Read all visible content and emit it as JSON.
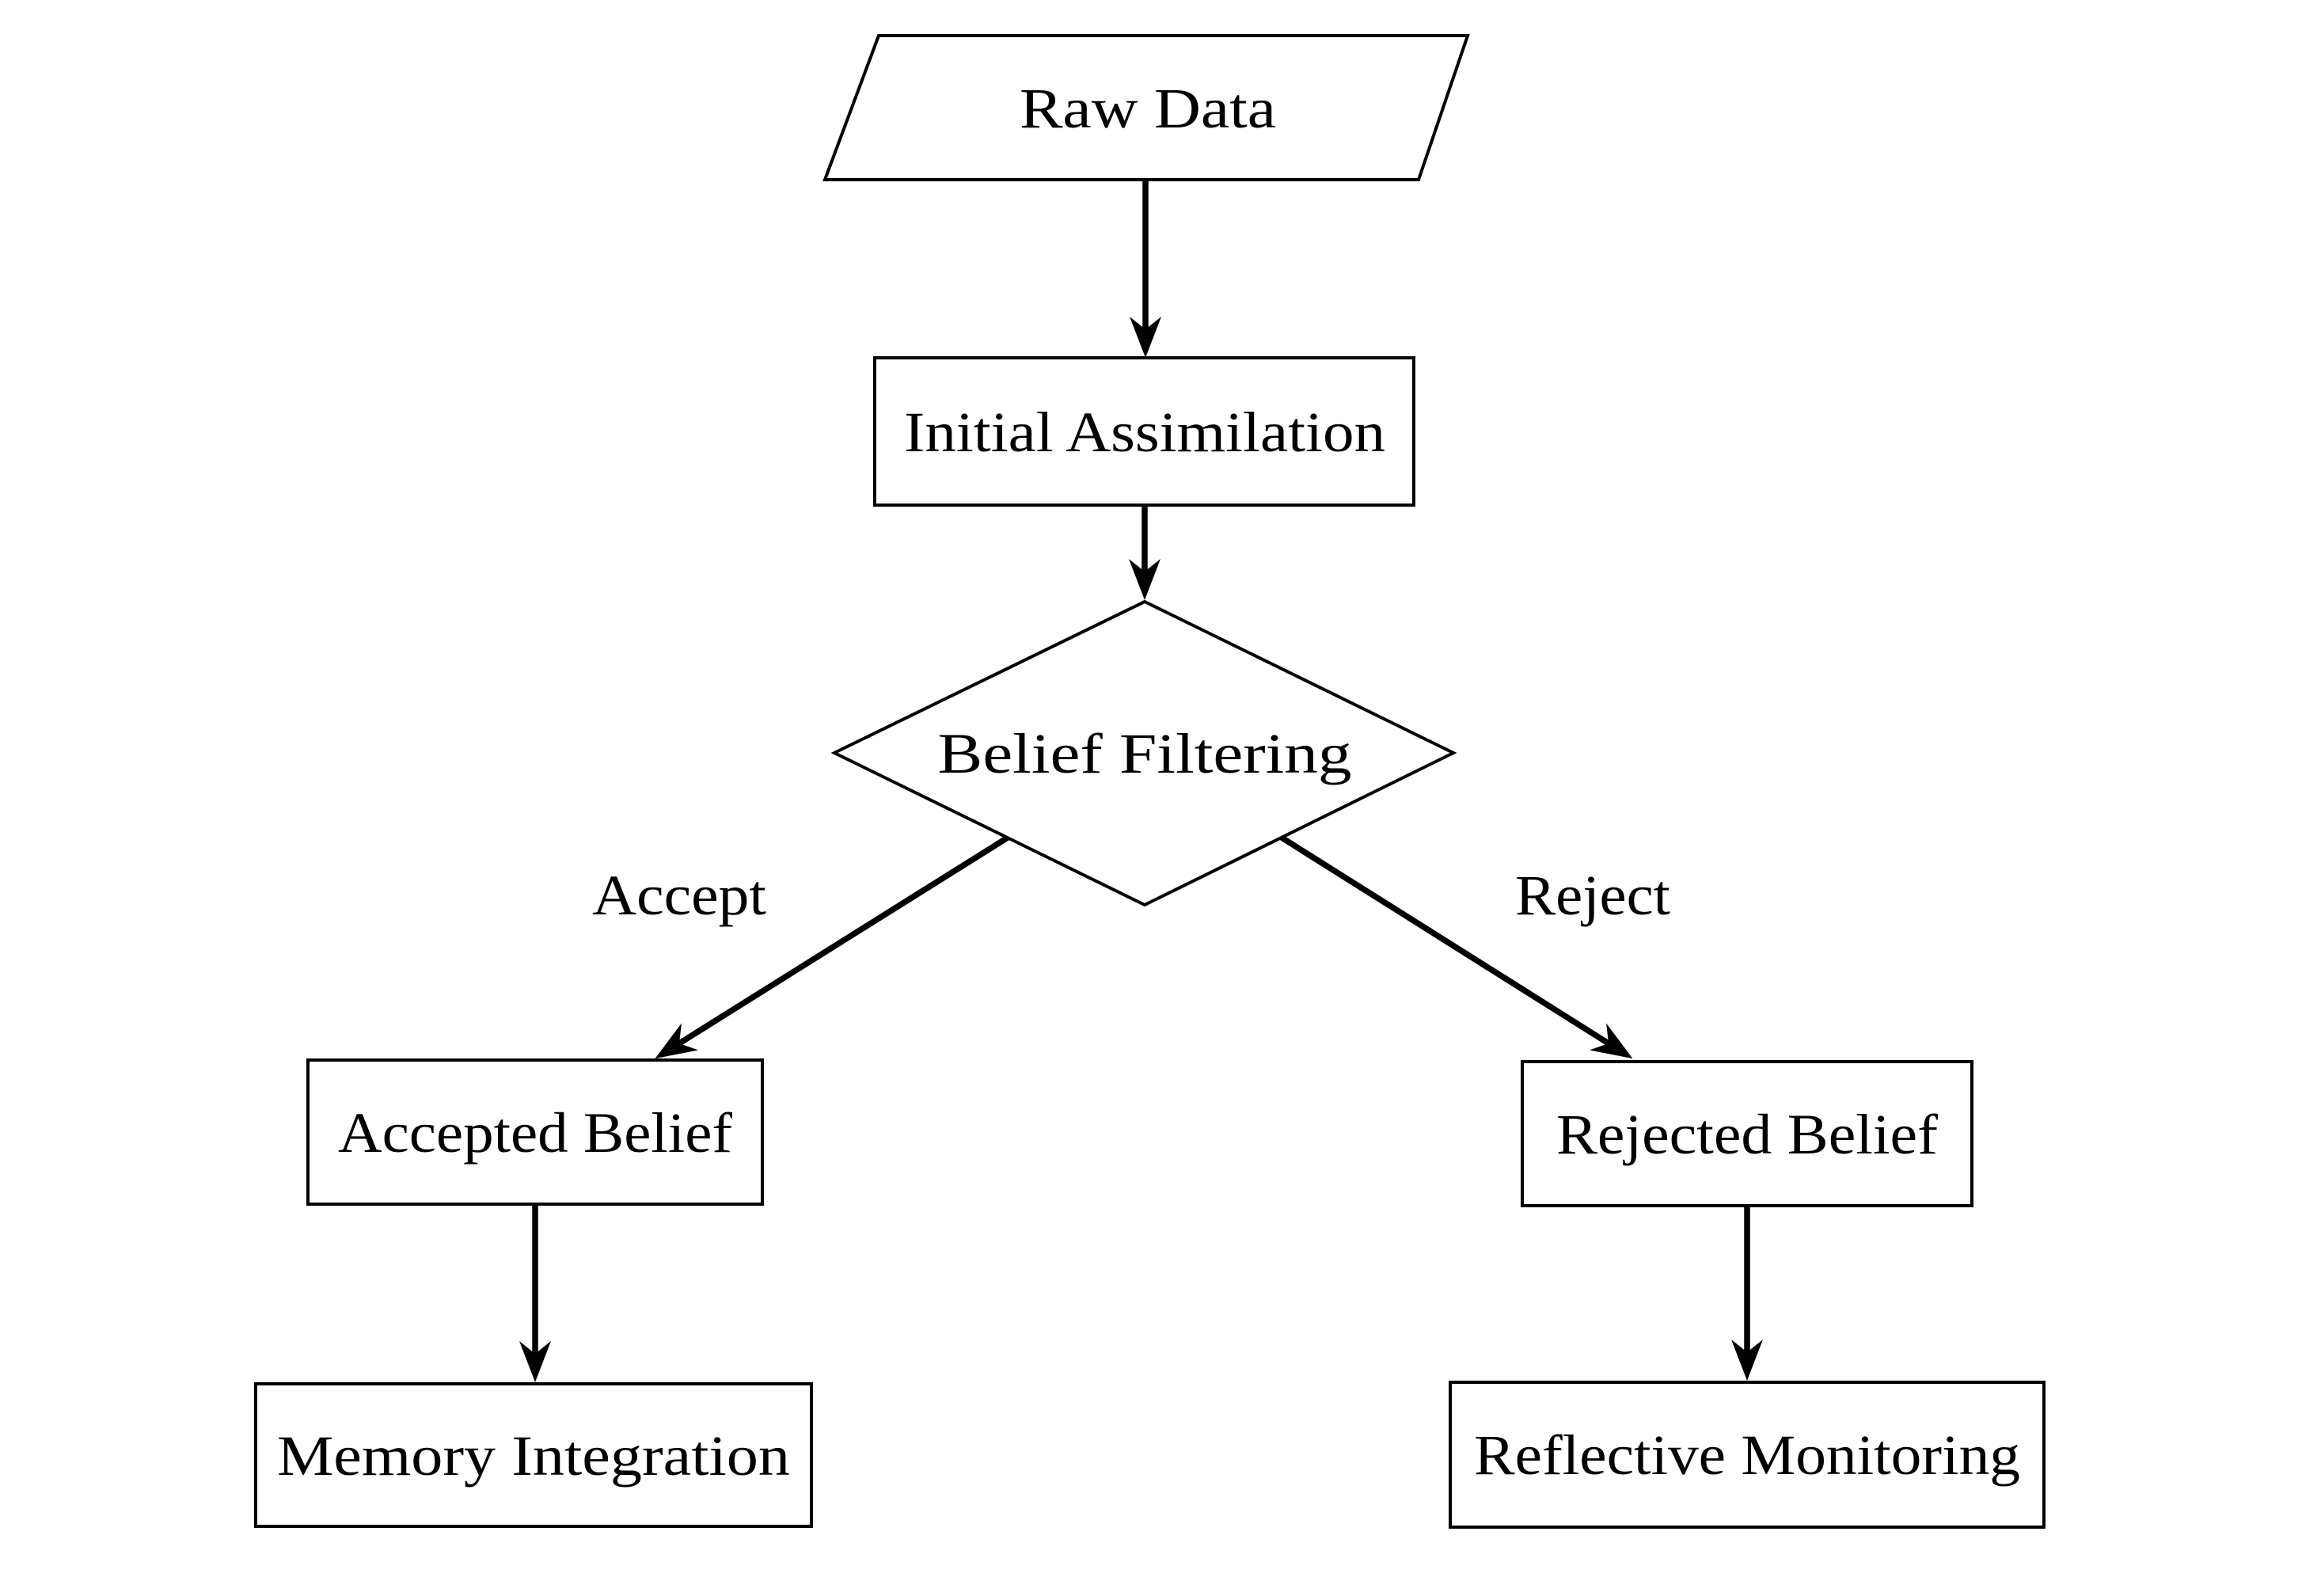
{
  "diagram": {
    "background_color": "#ffffff",
    "line_color": "#000000",
    "text_color": "#000000",
    "nodes": {
      "raw_data": {
        "label": "Raw Data",
        "shape": "parallelogram"
      },
      "initial_assimilation": {
        "label": "Initial Assimilation",
        "shape": "rectangle"
      },
      "belief_filtering": {
        "label": "Belief Filtering",
        "shape": "diamond"
      },
      "accepted_belief": {
        "label": "Accepted Belief",
        "shape": "rectangle"
      },
      "rejected_belief": {
        "label": "Rejected Belief",
        "shape": "rectangle"
      },
      "memory_integration": {
        "label": "Memory Integration",
        "shape": "rectangle"
      },
      "reflective_monitoring": {
        "label": "Reflective Monitoring",
        "shape": "rectangle"
      }
    },
    "edges": {
      "raw_to_assimilation": {
        "from": "raw_data",
        "to": "initial_assimilation",
        "label": ""
      },
      "assimilation_to_filtering": {
        "from": "initial_assimilation",
        "to": "belief_filtering",
        "label": ""
      },
      "filtering_to_accepted": {
        "from": "belief_filtering",
        "to": "accepted_belief",
        "label": "Accept"
      },
      "filtering_to_rejected": {
        "from": "belief_filtering",
        "to": "rejected_belief",
        "label": "Reject"
      },
      "accepted_to_memory": {
        "from": "accepted_belief",
        "to": "memory_integration",
        "label": ""
      },
      "rejected_to_reflective": {
        "from": "rejected_belief",
        "to": "reflective_monitoring",
        "label": ""
      }
    }
  }
}
